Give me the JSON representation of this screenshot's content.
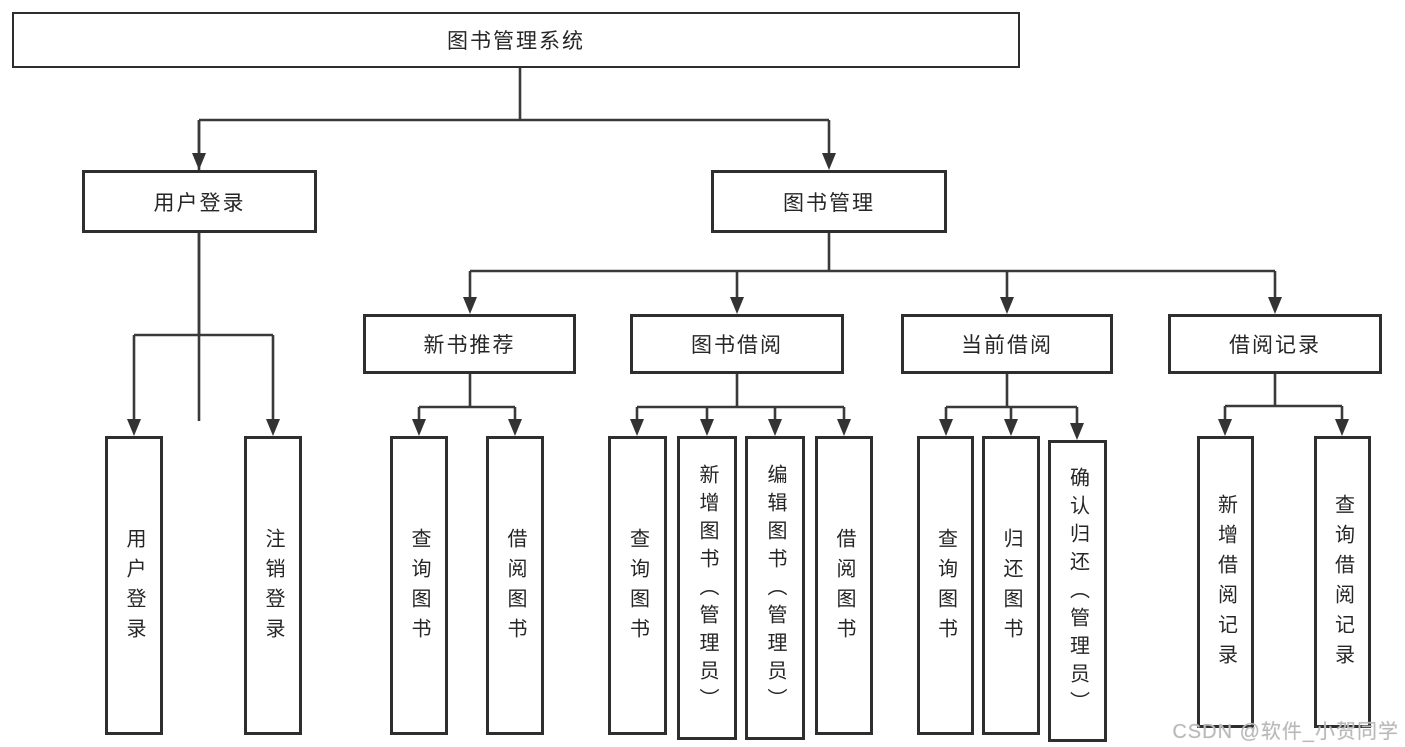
{
  "diagram_type": "function-structure-tree",
  "tree": {
    "label": "图书管理系统",
    "children": [
      {
        "label": "用户登录",
        "children": [
          {
            "label": "用户登录"
          },
          {
            "label": "注销登录"
          }
        ]
      },
      {
        "label": "图书管理",
        "children": [
          {
            "label": "新书推荐",
            "children": [
              {
                "label": "查询图书"
              },
              {
                "label": "借阅图书"
              }
            ]
          },
          {
            "label": "图书借阅",
            "children": [
              {
                "label": "查询图书"
              },
              {
                "label": "新增图书（管理员）"
              },
              {
                "label": "编辑图书（管理员）"
              },
              {
                "label": "借阅图书"
              }
            ]
          },
          {
            "label": "当前借阅",
            "children": [
              {
                "label": "查询图书"
              },
              {
                "label": "归还图书"
              },
              {
                "label": "确认归还（管理员）"
              }
            ]
          },
          {
            "label": "借阅记录",
            "children": [
              {
                "label": "新增借阅记录"
              },
              {
                "label": "查询借阅记录"
              }
            ]
          }
        ]
      }
    ]
  },
  "watermark": {
    "text": "CSDN @软件_小贺同学"
  },
  "colors": {
    "background": "#ffffff",
    "box_border": "#2e2e2e",
    "connector_line": "#3a3a3a",
    "text": "#262626",
    "watermark_text": "#b9b9b9"
  }
}
